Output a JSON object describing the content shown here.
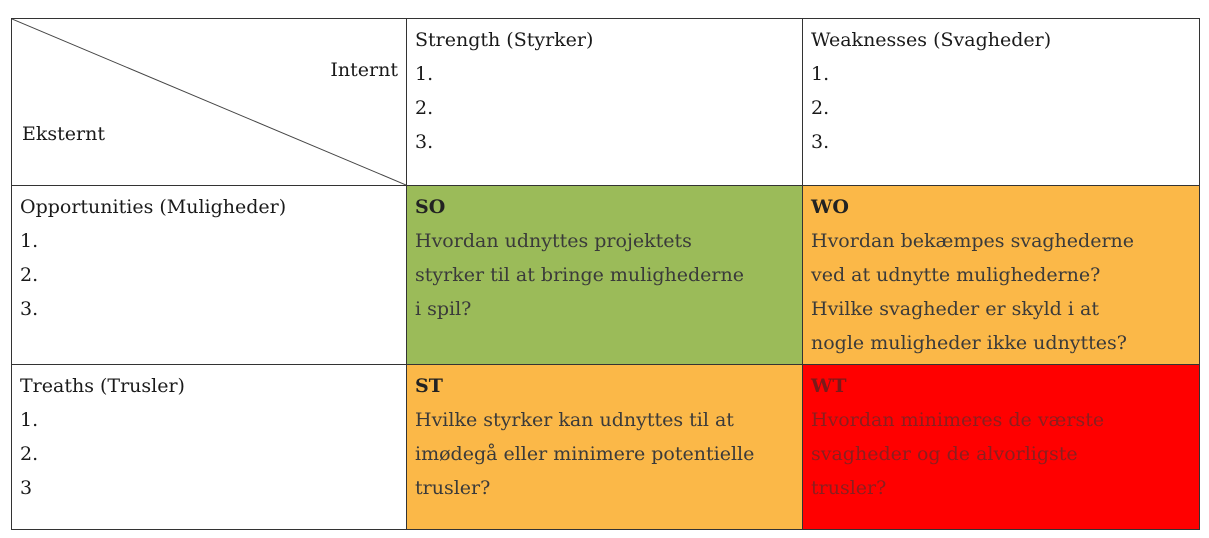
{
  "corner": {
    "top_right_label": "Internt",
    "bottom_left_label": "Eksternt"
  },
  "header": {
    "strengths": {
      "title": "Strength (Styrker)",
      "items": [
        "1.",
        "2.",
        "3."
      ]
    },
    "weaknesses": {
      "title": "Weaknesses (Svagheder)",
      "items": [
        "1.",
        "2.",
        "3."
      ]
    }
  },
  "rows": {
    "opportunities": {
      "title": "Opportunities (Muligheder)",
      "items": [
        "1.",
        "2.",
        "3."
      ]
    },
    "threats": {
      "title": "Treaths (Trusler)",
      "items": [
        "1.",
        "2.",
        "3"
      ]
    }
  },
  "quadrants": {
    "so": {
      "code": "SO",
      "lines": [
        "Hvordan udnyttes projektets",
        "styrker til at bringe mulighederne",
        "i spil?"
      ],
      "color": "#9bbb59"
    },
    "wo": {
      "code": "WO",
      "lines": [
        "Hvordan bekæmpes svaghederne",
        "ved at udnytte mulighederne?",
        "Hvilke svagheder er skyld i at",
        "nogle muligheder ikke udnyttes?"
      ],
      "color": "#fbb848"
    },
    "st": {
      "code": "ST",
      "lines": [
        "Hvilke styrker kan udnyttes til at",
        "imødegå eller minimere potentielle",
        "trusler?"
      ],
      "color": "#fbb848"
    },
    "wt": {
      "code": "WT",
      "lines": [
        "Hvordan minimeres de værste",
        "svagheder og de alvorligste",
        "trusler?"
      ],
      "color": "#ff0000"
    }
  }
}
